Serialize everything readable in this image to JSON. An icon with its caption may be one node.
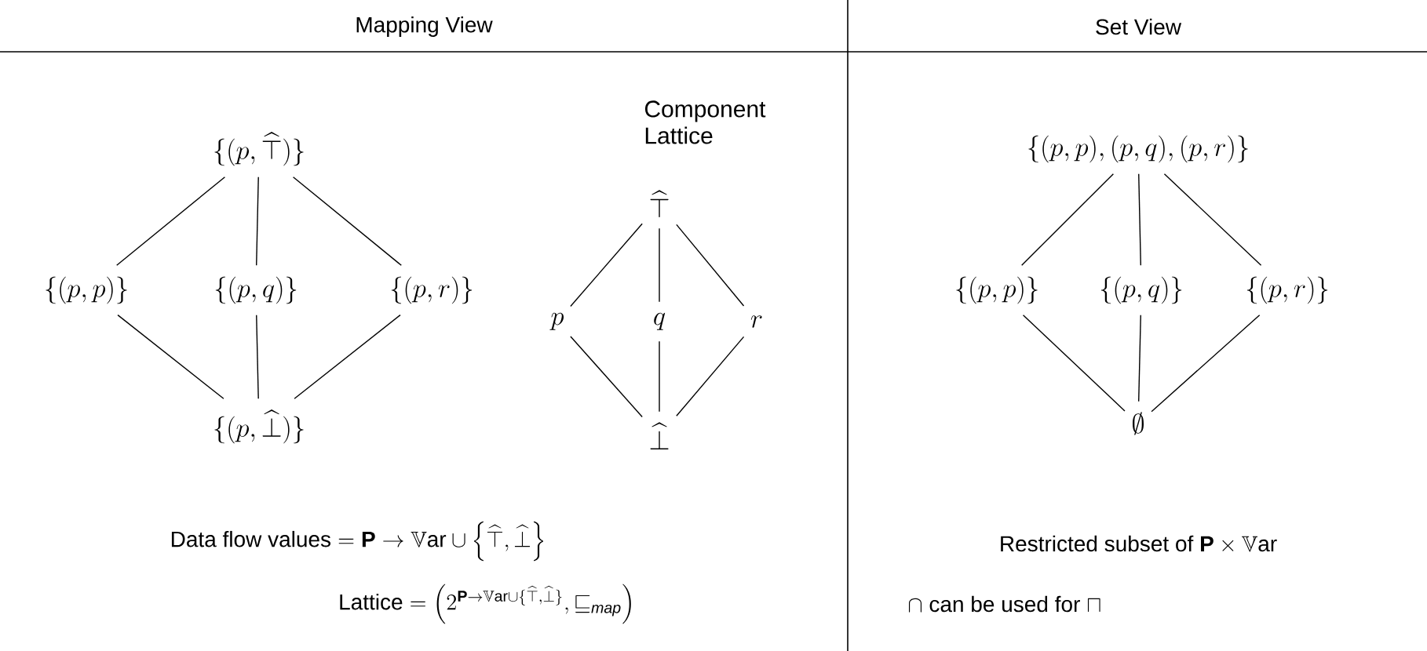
{
  "diagram": {
    "nodes": [
      {
        "text": [
          "\\{(p,\\widehat{\\top})\\}"
        ]
      },
      {
        "text": [
          "\\{(p,p)\\}"
        ]
      },
      {
        "text": [
          "\\{(p,q)\\}"
        ]
      },
      {
        "text": [
          "\\{(p,r)\\}"
        ]
      },
      {
        "text": [
          "\\{(p,\\widehat{\\bot})\\}"
        ]
      },
      {
        "text": [
          "\\widehat{\\top}"
        ]
      },
      {
        "text": [
          "p"
        ]
      },
      {
        "text": [
          "q"
        ]
      },
      {
        "text": [
          "r"
        ]
      },
      {
        "text": [
          "\\widehat{\\bot}"
        ]
      },
      {
        "text": [
          "\\{(p,p),(p,q),(p,r)\\}"
        ]
      },
      {
        "text": [
          "\\{(p,p)\\}"
        ]
      },
      {
        "text": [
          "\\{(p,q)\\}"
        ]
      },
      {
        "text": [
          "\\{(p,r)\\}"
        ]
      },
      {
        "text": [
          "\\emptyset"
        ]
      }
    ],
    "edges": [
      {
        "from": 0,
        "to": 1,
        "arrow": "none"
      },
      {
        "from": 0,
        "to": 2,
        "arrow": "none"
      },
      {
        "from": 0,
        "to": 3,
        "arrow": "none"
      },
      {
        "from": 1,
        "to": 4,
        "arrow": "none"
      },
      {
        "from": 2,
        "to": 4,
        "arrow": "none"
      },
      {
        "from": 3,
        "to": 4,
        "arrow": "none"
      },
      {
        "from": 5,
        "to": 6,
        "arrow": "none"
      },
      {
        "from": 5,
        "to": 7,
        "arrow": "none"
      },
      {
        "from": 5,
        "to": 8,
        "arrow": "none"
      },
      {
        "from": 6,
        "to": 9,
        "arrow": "none"
      },
      {
        "from": 7,
        "to": 9,
        "arrow": "none"
      },
      {
        "from": 8,
        "to": 9,
        "arrow": "none"
      },
      {
        "from": 10,
        "to": 11,
        "arrow": "none"
      },
      {
        "from": 10,
        "to": 12,
        "arrow": "none"
      },
      {
        "from": 10,
        "to": 13,
        "arrow": "none"
      },
      {
        "from": 11,
        "to": 14,
        "arrow": "none"
      },
      {
        "from": 12,
        "to": 14,
        "arrow": "none"
      },
      {
        "from": 13,
        "to": 14,
        "arrow": "none"
      }
    ],
    "labels": [
      "Mapping View",
      "Set View",
      "Component Lattice",
      "\\text{Data flow values} = \\mathbf{P} \\to \\mathbb{V}\\mathrm{ar} \\cup \\left\\{\\widehat{\\top}, \\widehat{\\bot}\\right\\}",
      "\\text{Lattice} = \\left(2^{\\mathbf{P} \\to \\mathbb{V}\\mathrm{ar} \\cup \\{\\widehat{\\top},\\widehat{\\bot}\\}}, \\sqsubseteq_{\\mathit{map}}\\right)",
      "\\text{Restricted subset of } \\mathbf{P} \\times \\mathbb{V}\\mathrm{ar}",
      "\\cap \\text{ can be used for } \\sqcap"
    ]
  }
}
